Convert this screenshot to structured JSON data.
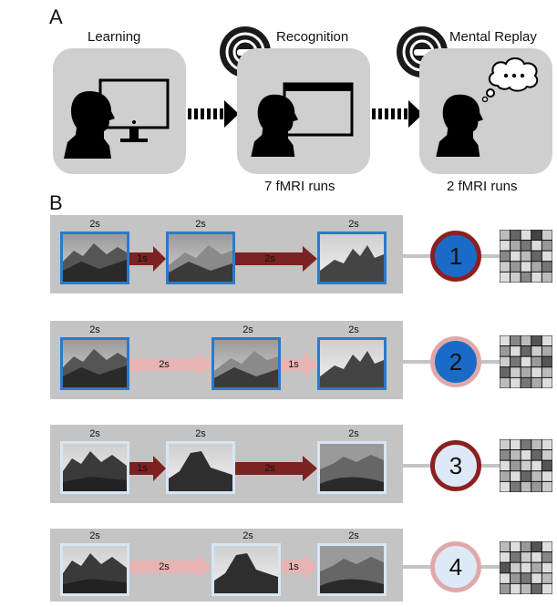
{
  "panel_a": {
    "letter": "A",
    "stages": [
      {
        "title": "Learning",
        "caption": ""
      },
      {
        "title": "Recognition",
        "caption": "7 fMRI runs"
      },
      {
        "title": "Mental Replay",
        "caption": "2 fMRI runs"
      }
    ]
  },
  "panel_b": {
    "letter": "B",
    "rows": [
      {
        "number": "1",
        "durations": [
          "2s",
          "2s",
          "2s"
        ],
        "gaps": [
          "1s",
          "2s"
        ],
        "circle_fill": "#1a6bc7",
        "circle_ring": "#8b2020",
        "frame": "blue"
      },
      {
        "number": "2",
        "durations": [
          "2s",
          "2s",
          "2s"
        ],
        "gaps": [
          "2s",
          "1s"
        ],
        "circle_fill": "#1a6bc7",
        "circle_ring": "#e0a9a9",
        "frame": "blue"
      },
      {
        "number": "3",
        "durations": [
          "2s",
          "2s",
          "2s"
        ],
        "gaps": [
          "1s",
          "2s"
        ],
        "circle_fill": "#dde9f6",
        "circle_ring": "#8b2020",
        "frame": "pale"
      },
      {
        "number": "4",
        "durations": [
          "2s",
          "2s",
          "2s"
        ],
        "gaps": [
          "2s",
          "1s"
        ],
        "circle_fill": "#dde9f6",
        "circle_ring": "#e0a9a9",
        "frame": "pale"
      }
    ]
  },
  "colors": {
    "dark_arrow": "#7c2222",
    "light_arrow": "#e8b3b3",
    "stage_box": "#cfcfcf",
    "row_background": "#c4c4c4"
  },
  "icons": [
    "person-silhouette-icon",
    "computer-monitor-icon",
    "screen-icon",
    "thought-bubble-icon",
    "mri-scanner-icon",
    "dashed-arrow-icon",
    "similarity-matrix-icon"
  ]
}
